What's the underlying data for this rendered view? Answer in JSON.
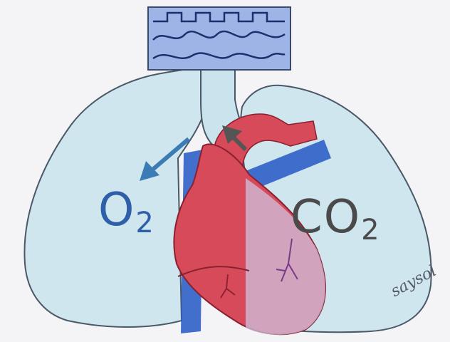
{
  "labels": {
    "oxygen_main": "O",
    "oxygen_sub": "2",
    "co2_main": "CO",
    "co2_sub": "2",
    "signature": "saysol"
  },
  "colors": {
    "lung_fill": "#cfe6ee",
    "lung_outline": "#4a5868",
    "trachea_fill": "#c9e4ec",
    "ventilator_fill": "#9fb4e6",
    "ventilator_wave": "#1f2f6e",
    "heart_red": "#d64a5a",
    "vein_blue": "#2f5fc8",
    "oxygen_arrow": "#3b7cb5",
    "co2_arrow": "#555555"
  },
  "icons": {
    "ventilator": "ventilator-monitor-icon",
    "oxygen_arrow": "arrow-down-left-icon",
    "co2_arrow": "arrow-up-left-icon"
  }
}
